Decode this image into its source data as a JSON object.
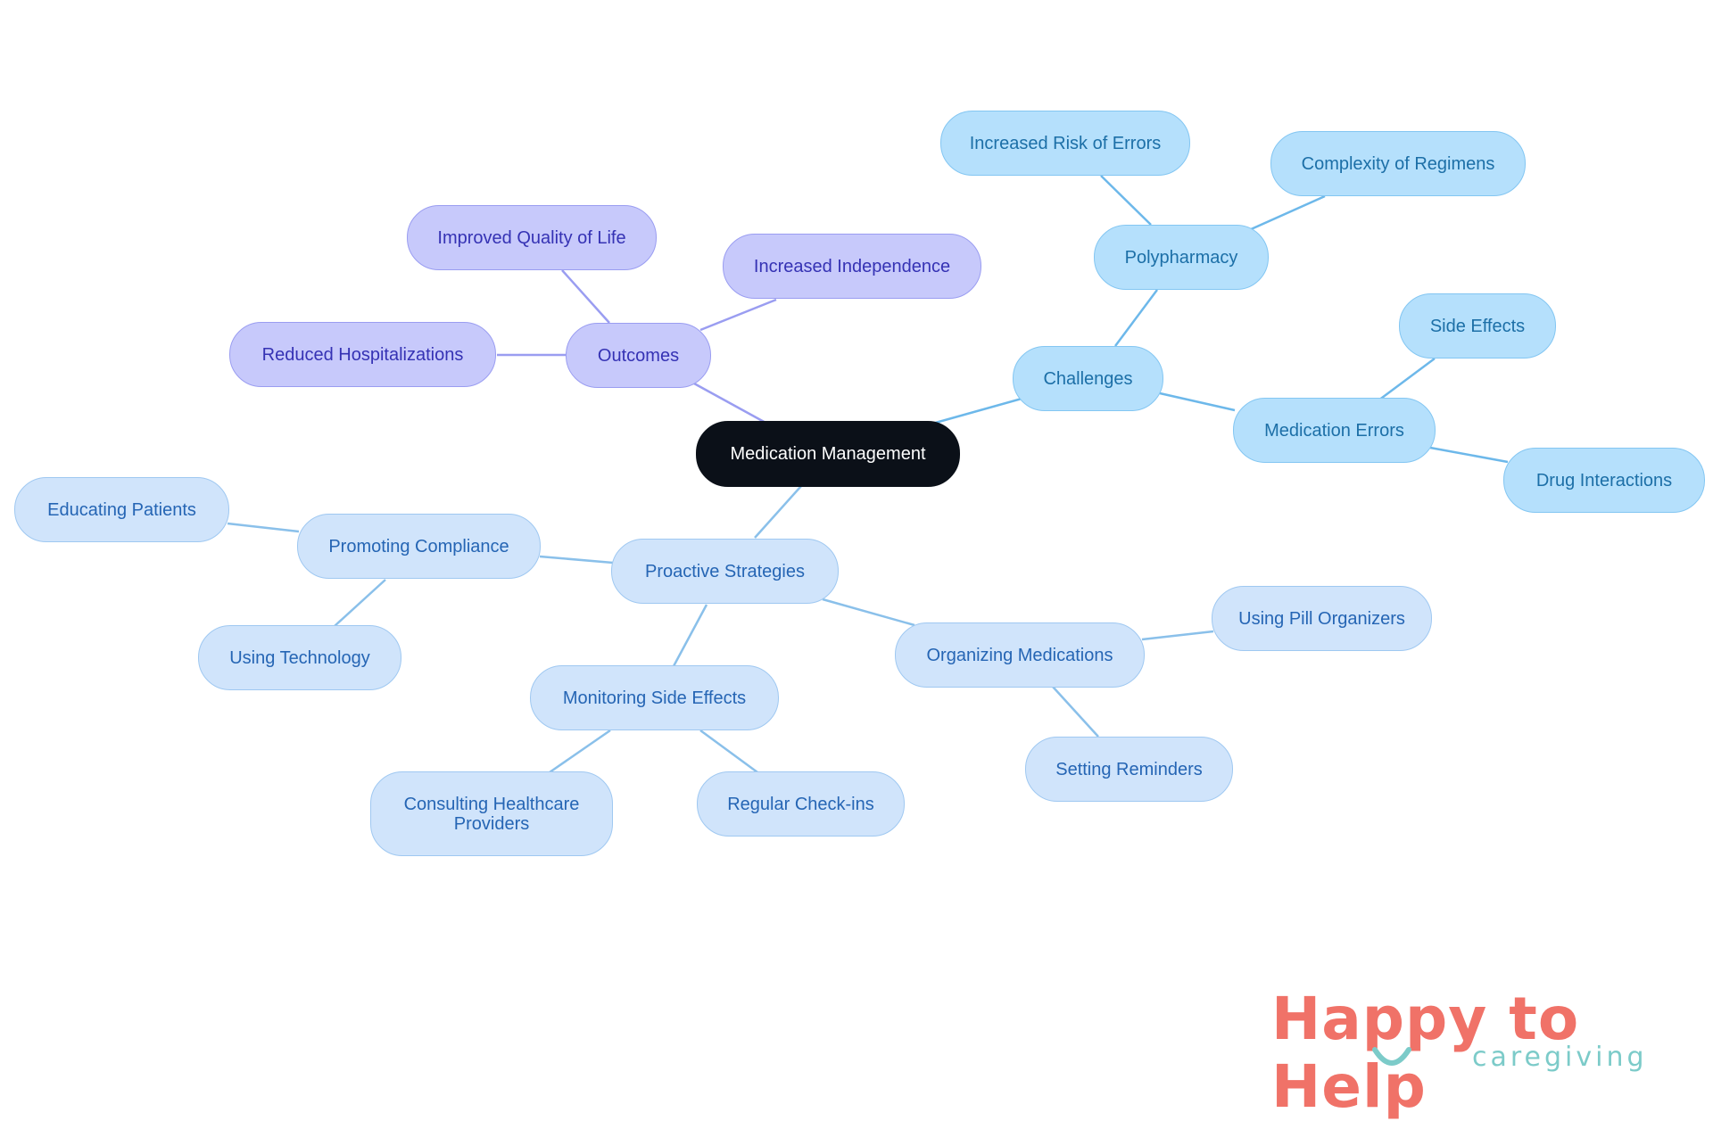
{
  "diagram": {
    "root": {
      "label": "Medication Management"
    },
    "branches": {
      "challenges": {
        "label": "Challenges",
        "polypharmacy": {
          "label": "Polypharmacy",
          "children": [
            "Increased Risk of Errors",
            "Complexity of Regimens"
          ]
        },
        "medication_errors": {
          "label": "Medication Errors",
          "children": [
            "Side Effects",
            "Drug Interactions"
          ]
        }
      },
      "outcomes": {
        "label": "Outcomes",
        "children": [
          "Improved Quality of Life",
          "Increased Independence",
          "Reduced Hospitalizations"
        ]
      },
      "proactive": {
        "label": "Proactive Strategies",
        "promoting_compliance": {
          "label": "Promoting Compliance",
          "children": [
            "Educating Patients",
            "Using Technology"
          ]
        },
        "monitoring": {
          "label": "Monitoring Side Effects",
          "children": [
            "Consulting Healthcare Providers",
            "Regular Check-ins"
          ]
        },
        "organizing": {
          "label": "Organizing Medications",
          "children": [
            "Using Pill Organizers",
            "Setting Reminders"
          ]
        }
      }
    }
  },
  "colors": {
    "root": "#0b1018",
    "outcomes_branch": "#c7c9fb",
    "challenges_branch": "#b5e0fc",
    "proactive_branch": "#d0e4fb",
    "logo_coral": "#f07268",
    "logo_teal": "#7ccbc9"
  },
  "logo": {
    "word1": "Happy",
    "word2": "to Help",
    "sub": "caregiving"
  }
}
